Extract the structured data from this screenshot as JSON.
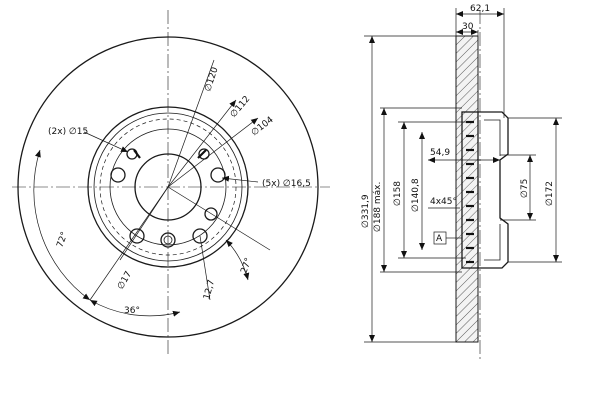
{
  "front_view": {
    "pcd_label": "∅120",
    "hub_label": "∅112",
    "bolt_circle_label": "∅104",
    "small_holes_label": "(2x) ∅15",
    "bolt_holes_label": "(5x) ∅16,5",
    "angle_72_label": "72°",
    "angle_27_label": "27°",
    "angle_36_label": "36°",
    "hole_17_label": "∅17",
    "depth_label": "12,7"
  },
  "section_view": {
    "width_total_label": "62,1",
    "width_disc_label": "30",
    "outer_diameter_label": "∅331,9",
    "max_diameter_label": "∅188 máx.",
    "diameter_158_label": "∅158",
    "diameter_140_label": "∅140,8",
    "depth_54_label": "54,9",
    "chamfer_label": "4x45°",
    "center_bore_label": "∅75",
    "diameter_172_label": "∅172",
    "datum_label": "A"
  }
}
